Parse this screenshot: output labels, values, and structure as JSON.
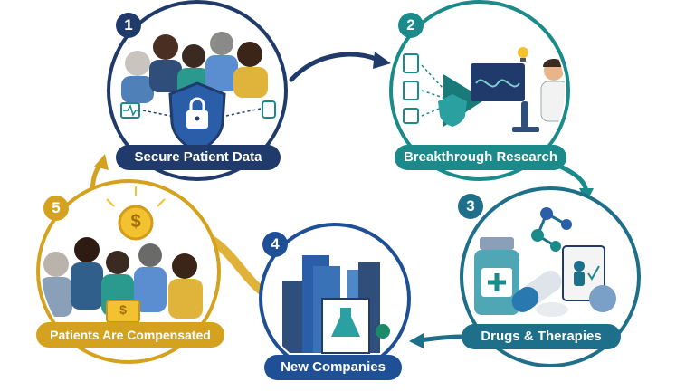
{
  "steps": [
    {
      "number": "1",
      "label": "Secure Patient Data",
      "color": "#1f3a6b"
    },
    {
      "number": "2",
      "label": "Breakthrough Research",
      "color": "#1a8a8a"
    },
    {
      "number": "3",
      "label": "Drugs & Therapies",
      "color": "#1e6f8a"
    },
    {
      "number": "4",
      "label": "New Companies",
      "color": "#1f4f95"
    },
    {
      "number": "5",
      "label": "Patients Are Compensated",
      "color": "#d4a21f"
    }
  ],
  "coin_symbol": "$",
  "card_symbol": "$",
  "icons": [
    "lock-shield-icon",
    "heart-monitor-icon",
    "smartwatch-icon",
    "microscope-icon",
    "lightbulb-icon",
    "molecule-icon",
    "medicine-bottle-icon",
    "capsule-icon",
    "clipboard-icon",
    "flask-icon",
    "coin-icon"
  ]
}
